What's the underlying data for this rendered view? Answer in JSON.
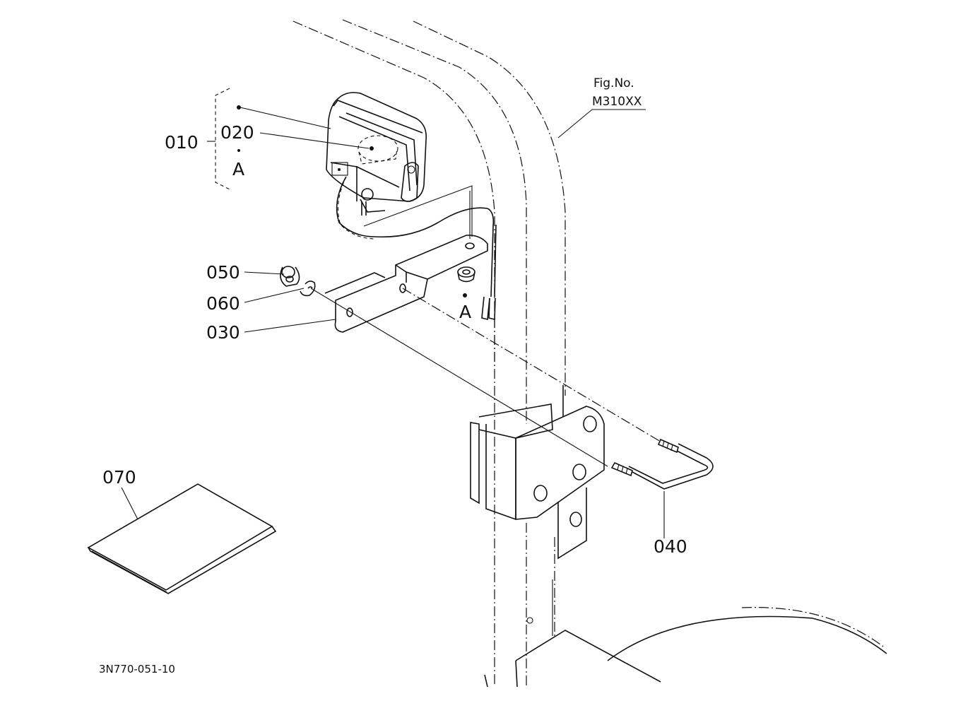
{
  "figure": {
    "fig_label_line1": "Fig.No.",
    "fig_label_line2": "M310XX",
    "drawing_code": "3N770-051-10"
  },
  "parts": {
    "p010": "010",
    "p020": "020",
    "p030": "030",
    "p040": "040",
    "p050": "050",
    "p060": "060",
    "p070": "070"
  },
  "refs": {
    "ref_a_top": "A",
    "ref_a_grommet": "A"
  }
}
